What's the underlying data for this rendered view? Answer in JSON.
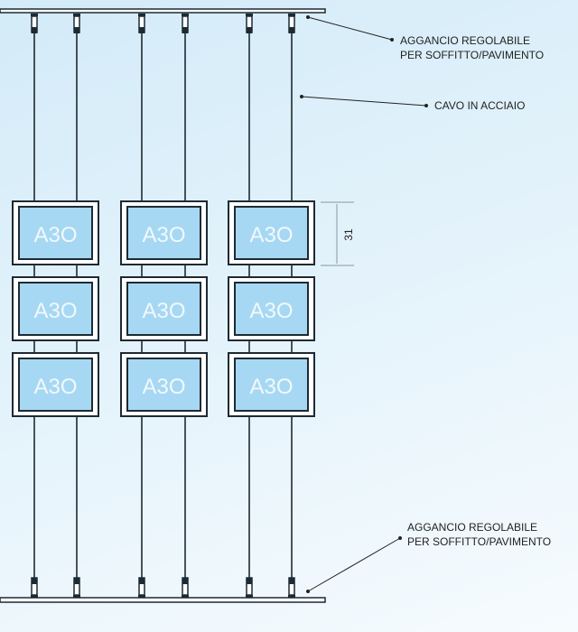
{
  "panels": {
    "label": "A3O",
    "rows": 3,
    "columns": 3
  },
  "dimension": "31",
  "annotations": {
    "top_hook": [
      "AGGANCIO REGOLABILE",
      "PER SOFFITTO/PAVIMENTO"
    ],
    "cable": "CAVO IN ACCIAIO",
    "bottom_hook": [
      "AGGANCIO REGOLABILE",
      "PER SOFFITTO/PAVIMENTO"
    ]
  },
  "colors": {
    "panel": "#a6d8f3",
    "line": "#1e2a33"
  }
}
